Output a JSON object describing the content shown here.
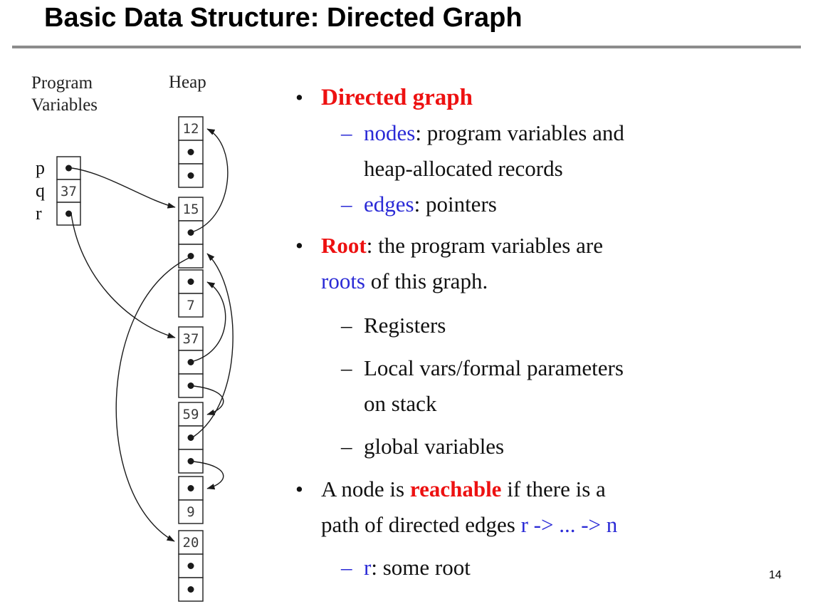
{
  "slide": {
    "title": "Basic Data Structure: Directed Graph",
    "page_number": "14"
  },
  "colors": {
    "title": "#000000",
    "red_accent": "#ed1111",
    "blue_accent": "#2a2ad6",
    "rule_gray": "#8c8c8c"
  },
  "diagram": {
    "program_variables_label_line1": "Program",
    "program_variables_label_line2": "Variables",
    "heap_label": "Heap",
    "variables": [
      {
        "name": "p",
        "value": "•"
      },
      {
        "name": "q",
        "value": "37"
      },
      {
        "name": "r",
        "value": "•"
      }
    ],
    "heap_records": [
      {
        "cells": [
          "12",
          "•",
          "•"
        ]
      },
      {
        "cells": [
          "15",
          "•",
          "•"
        ]
      },
      {
        "cells": [
          "•",
          "7"
        ]
      },
      {
        "cells": [
          "37",
          "•",
          "•"
        ]
      },
      {
        "cells": [
          "59",
          "•",
          "•"
        ]
      },
      {
        "cells": [
          "•",
          "9"
        ]
      },
      {
        "cells": [
          "20",
          "•",
          "•"
        ]
      }
    ],
    "edges": [
      {
        "from": "p",
        "to": "record-15"
      },
      {
        "from": "r",
        "to": "record-37"
      },
      {
        "from": "record-15.field1",
        "to": "record-12"
      },
      {
        "from": "record-15.field2",
        "to": "record-20"
      },
      {
        "from": "record-37.field1",
        "to": "record-7"
      },
      {
        "from": "record-37.field2",
        "to": "record-59"
      },
      {
        "from": "record-59.field1",
        "to": "record-15"
      },
      {
        "from": "record-59.field2",
        "to": "record-9"
      }
    ]
  },
  "content": {
    "b1": {
      "marker": "•",
      "t1": "Directed graph"
    },
    "d1": {
      "marker": "–",
      "t1": "nodes",
      "t2": ": program variables and",
      "t3": "heap-allocated records"
    },
    "d2": {
      "marker": "–",
      "t1": "edges",
      "t2": ": pointers"
    },
    "b2": {
      "marker": "•",
      "t1": "Root",
      "t2": ": the program variables are",
      "t3": "roots",
      "t4": " of this graph."
    },
    "d3": {
      "marker": "–",
      "t1": "Registers"
    },
    "d4": {
      "marker": "–",
      "t1": "Local vars/formal parameters",
      "t2": "on stack"
    },
    "d5": {
      "marker": "–",
      "t1": "global variables"
    },
    "b3": {
      "marker": "•",
      "t1": "A node is ",
      "t2": "reachable",
      "t3": " if there is a",
      "t4": "path of directed edges ",
      "t5": "r -> ... -> n"
    },
    "d6": {
      "marker": "–",
      "t1": "r",
      "t2": ": some root"
    }
  }
}
